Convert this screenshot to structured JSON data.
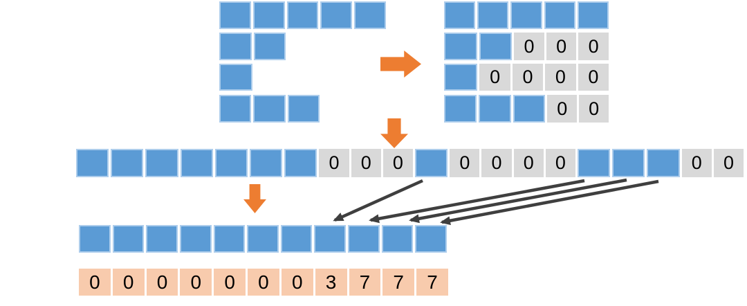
{
  "colors": {
    "background": "#FFFFFF",
    "token_blue": "#5B9BD5",
    "token_blue_border": "#ADCDEC",
    "pad_gray": "#D9D9D9",
    "index_peach": "#F8CBAD",
    "flow_arrow_orange": "#ED7D31",
    "gather_arrow_dark": "#3F3F3F",
    "digit_color": "#000000"
  },
  "icons": {
    "pad_arrow": "flow-arrow-right",
    "flatten_arrow": "flow-arrow-down",
    "pack_arrow": "flow-arrow-down",
    "gather_arrows": "gather-arrow-diagonal"
  },
  "ragged_batch": {
    "rows": [
      [
        "",
        "",
        "",
        "",
        ""
      ],
      [
        "",
        ""
      ],
      [
        ""
      ],
      [
        "",
        "",
        ""
      ]
    ]
  },
  "padded_batch": {
    "rows": [
      [
        "",
        "",
        "",
        "",
        ""
      ],
      [
        "",
        "",
        "0",
        "0",
        "0"
      ],
      [
        "",
        "0",
        "0",
        "0",
        "0"
      ],
      [
        "",
        "",
        "",
        "0",
        "0"
      ]
    ]
  },
  "flattened_row": {
    "cells": [
      "",
      "",
      "",
      "",
      "",
      "",
      "",
      "0",
      "0",
      "0",
      "",
      "0",
      "0",
      "0",
      "0",
      "",
      "",
      "",
      "0",
      "0"
    ]
  },
  "packed_row": {
    "cells": [
      "",
      "",
      "",
      "",
      "",
      "",
      "",
      "",
      "",
      "",
      ""
    ]
  },
  "index_row": {
    "cells": [
      "0",
      "0",
      "0",
      "0",
      "0",
      "0",
      "0",
      "3",
      "7",
      "7",
      "7"
    ]
  }
}
